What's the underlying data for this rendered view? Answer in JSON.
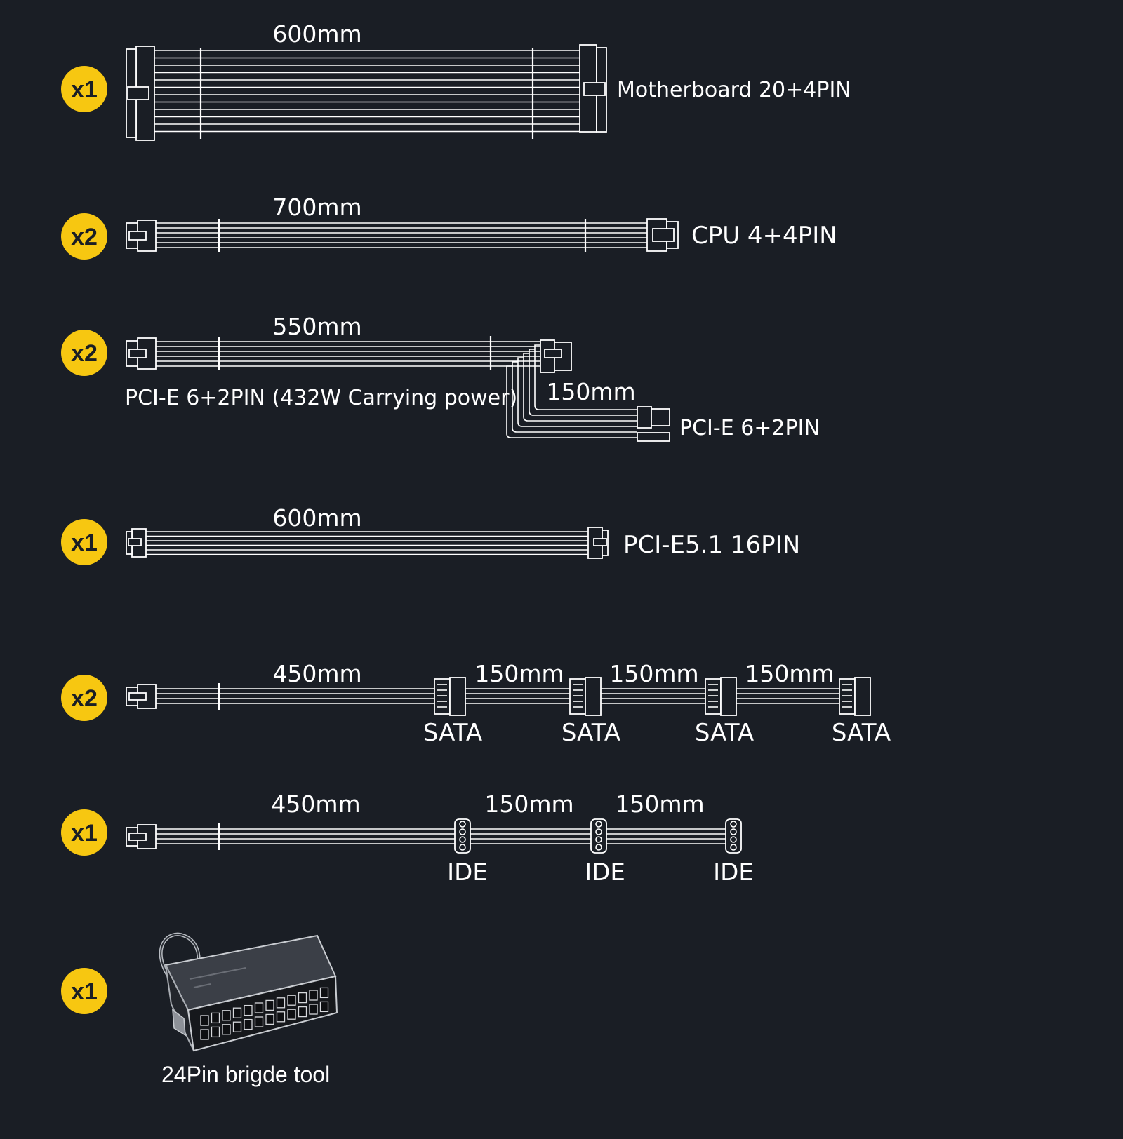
{
  "colors": {
    "background": "#1a1e25",
    "badge": "#f7c711",
    "line": "#ffffff"
  },
  "rows": [
    {
      "quantity": "x1",
      "length": "600mm",
      "label": "Motherboard 20+4PIN"
    },
    {
      "quantity": "x2",
      "length": "700mm",
      "label": "CPU 4+4PIN"
    },
    {
      "quantity": "x2",
      "length": "550mm",
      "label": "PCI-E 6+2PIN (432W Carrying power)",
      "branch_length": "150mm",
      "branch_label": "PCI-E 6+2PIN"
    },
    {
      "quantity": "x1",
      "length": "600mm",
      "label": "PCI-E5.1 16PIN"
    },
    {
      "quantity": "x2",
      "lengths": [
        "450mm",
        "150mm",
        "150mm",
        "150mm"
      ],
      "connectors": [
        "SATA",
        "SATA",
        "SATA",
        "SATA"
      ]
    },
    {
      "quantity": "x1",
      "lengths": [
        "450mm",
        "150mm",
        "150mm"
      ],
      "connectors": [
        "IDE",
        "IDE",
        "IDE"
      ]
    },
    {
      "quantity": "x1",
      "label": "24Pin brigde tool",
      "icon": "24pin-bridge-tool-icon"
    }
  ]
}
